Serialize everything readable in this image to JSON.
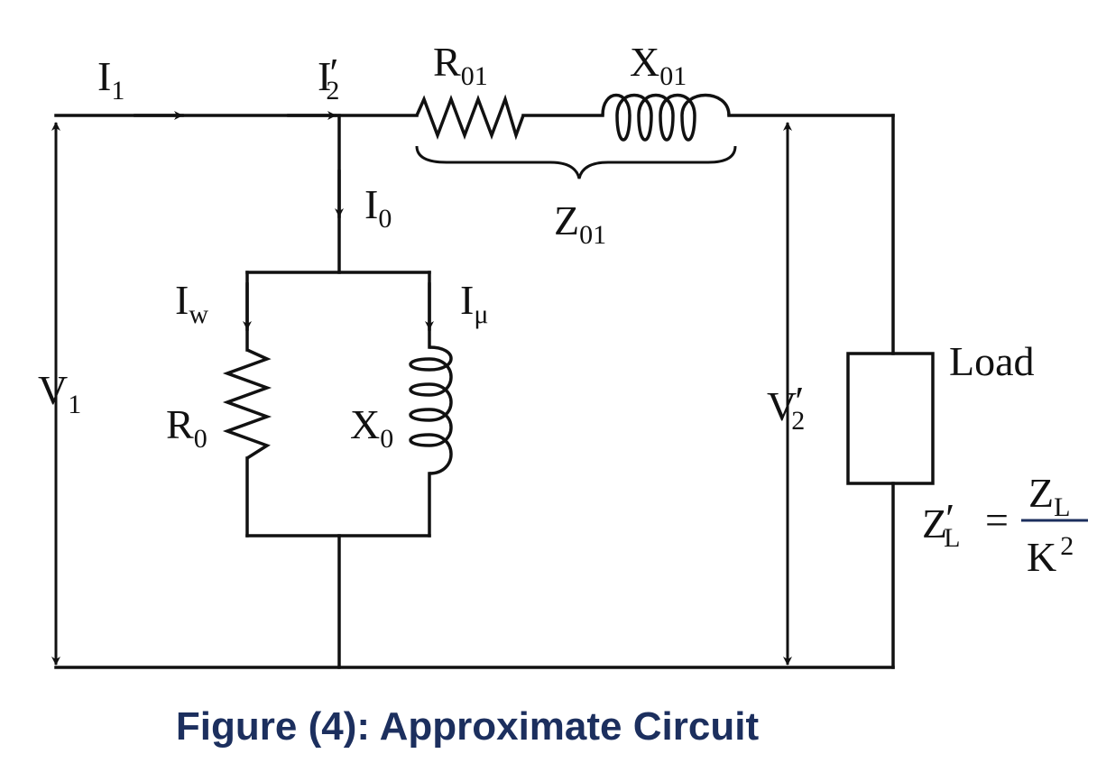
{
  "diagram": {
    "caption": "Figure (4): Approximate Circuit",
    "colors": {
      "line": "#111111",
      "caption": "#1c2f5e",
      "fraction_bar": "#1c2f5e",
      "background": "#ffffff"
    },
    "labels": {
      "I1": {
        "main": "I",
        "sub": "1"
      },
      "I2p": {
        "main": "I",
        "prime": "′",
        "sub": "2"
      },
      "R01": {
        "main": "R",
        "sub": "01"
      },
      "X01": {
        "main": "X",
        "sub": "01"
      },
      "Z01": {
        "main": "Z",
        "sub": "01"
      },
      "I0": {
        "main": "I",
        "sub": "0"
      },
      "Iw": {
        "main": "I",
        "sub": "w"
      },
      "Imu": {
        "main": "I",
        "sub": "μ"
      },
      "V1": {
        "main": "V",
        "sub": "1"
      },
      "R0": {
        "main": "R",
        "sub": "0"
      },
      "X0": {
        "main": "X",
        "sub": "0"
      },
      "V2p": {
        "main": "V",
        "prime": "′",
        "sub": "2"
      },
      "load": "Load",
      "ZLp": {
        "main": "Z",
        "prime": "′",
        "sub": "L"
      },
      "equals": "=",
      "ZL": {
        "main": "Z",
        "sub": "L"
      },
      "K2": {
        "main": "K",
        "sup": "2"
      }
    }
  }
}
